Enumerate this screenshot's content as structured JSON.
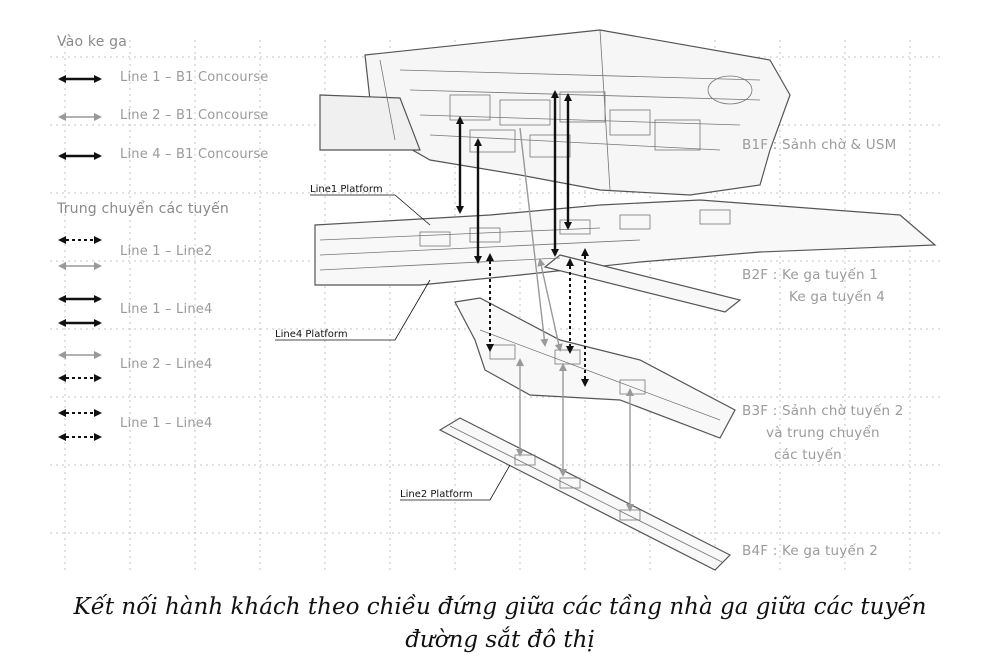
{
  "legend": {
    "group1_title": "Vào ke ga",
    "group1_items": [
      "Line 1 – B1 Concourse",
      "Line 2 – B1 Concourse",
      "Line 4 – B1 Concourse"
    ],
    "group2_title": "Trung chuyển các tuyến",
    "group2_items": [
      "Line 1 – Line2",
      "Line 1 – Line4",
      "Line 2 – Line4",
      "Line 1 – Line4"
    ]
  },
  "platform_labels": {
    "line1": "Line1 Platform",
    "line4": "Line4 Platform",
    "line2": "Line2 Platform"
  },
  "floors": {
    "b1": [
      "B1F : Sảnh chờ & USM"
    ],
    "b2": [
      "B2F : Ke ga tuyến 1",
      "Ke ga tuyến 4"
    ],
    "b3": [
      "B3F : Sảnh chờ tuyến 2",
      "và trung chuyển",
      "các tuyến"
    ],
    "b4": [
      "B4F : Ke ga tuyến 2"
    ]
  },
  "caption": {
    "line1": "Kết nối hành khách theo chiều đứng giữa các tầng nhà ga giữa các tuyến",
    "line2": "đường sắt đô thị"
  }
}
